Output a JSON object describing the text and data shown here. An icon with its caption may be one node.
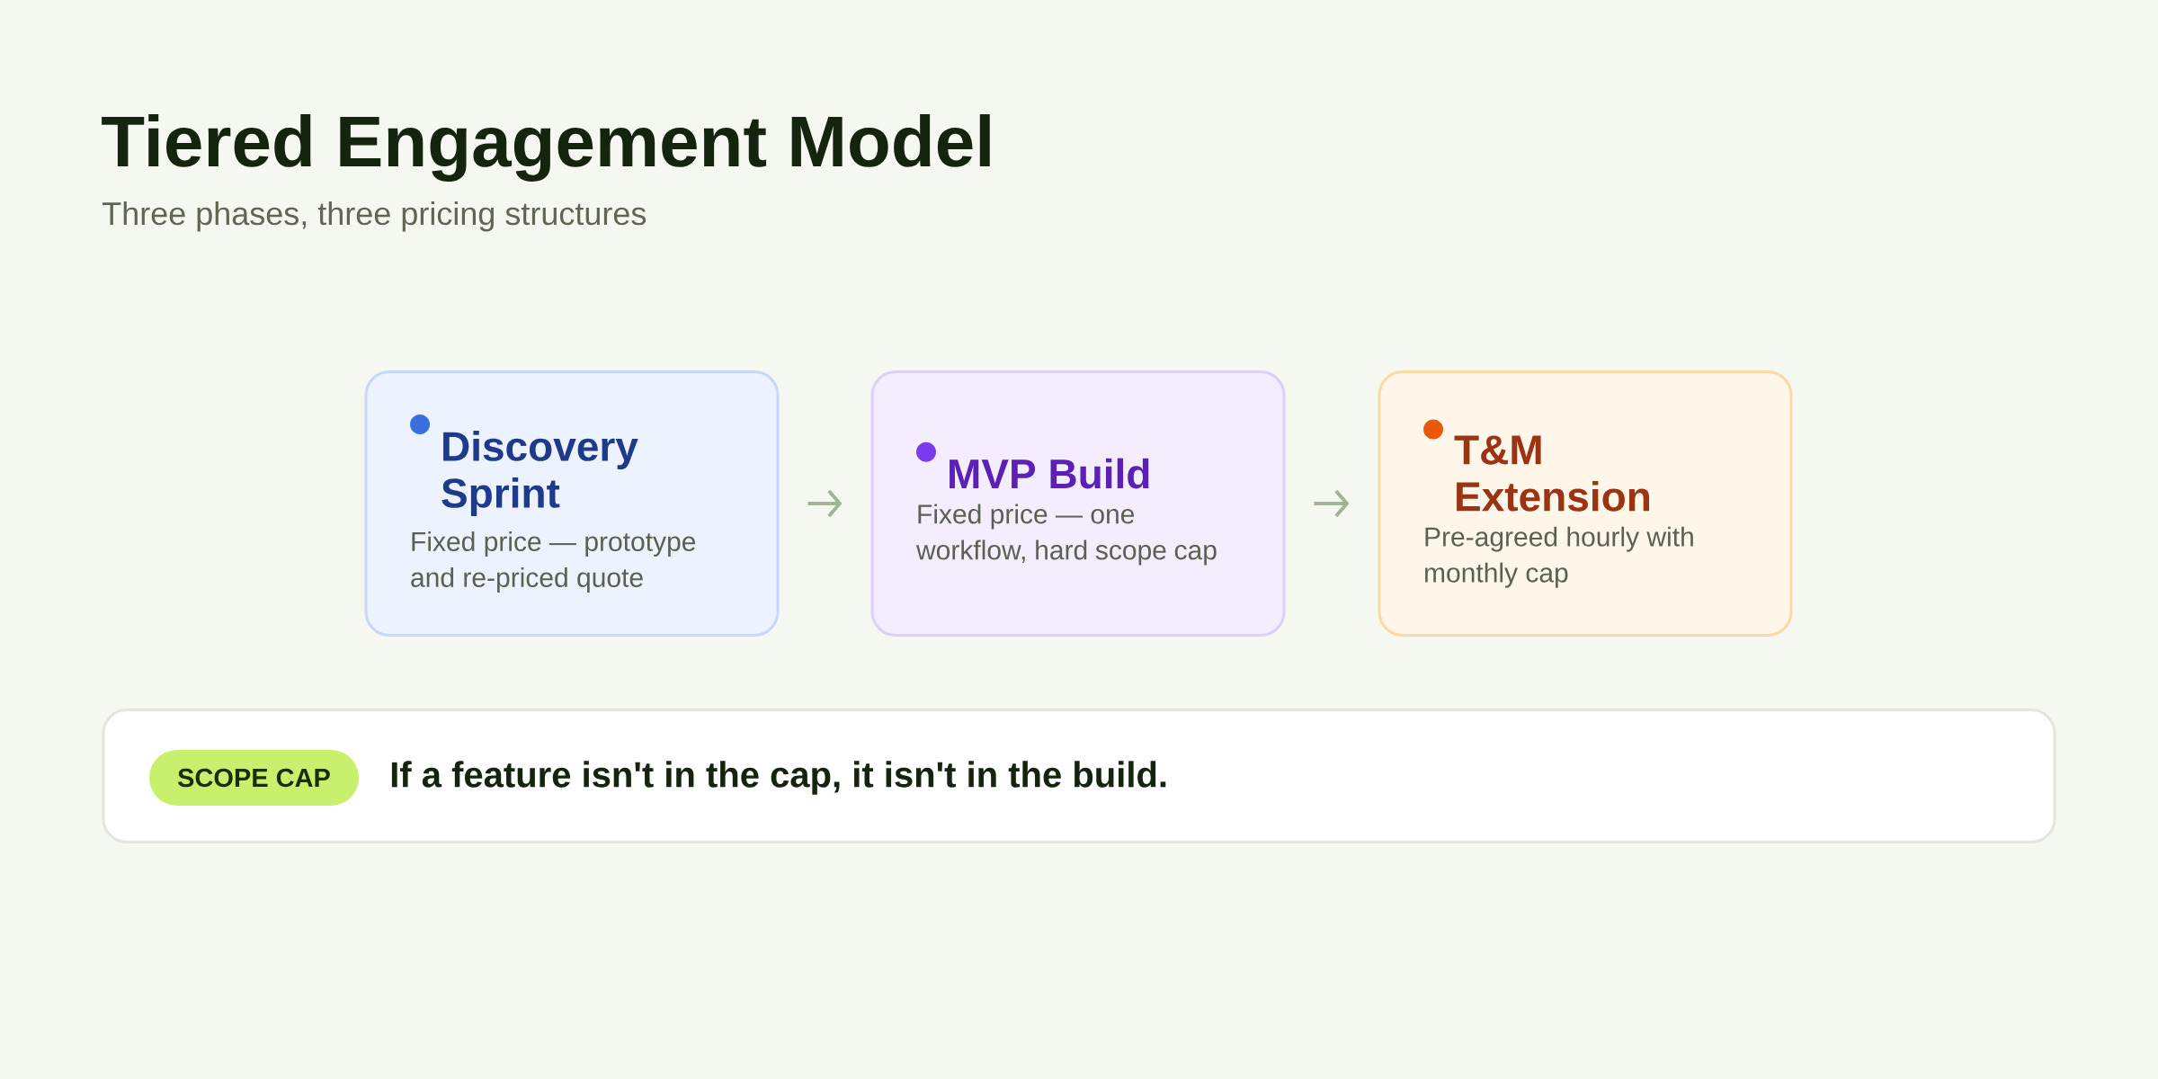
{
  "diagram": {
    "title": "Tiered Engagement Model",
    "nodes": [
      {
        "text": [
          "Discovery Sprint",
          "Fixed price — prototype and re-priced quote"
        ]
      },
      {
        "text": [
          "MVP Build",
          "Fixed price — one workflow, hard scope cap"
        ]
      },
      {
        "text": [
          "T&M Extension",
          "Pre-agreed hourly with monthly cap"
        ]
      },
      {
        "text": [
          "If a feature isn't in the cap, it isn't in the build."
        ]
      },
      {
        "text": [
          "SCOPE CAP"
        ],
        "in": 3
      }
    ],
    "edges": [
      {
        "from": 0,
        "to": 1,
        "arrow": "to"
      },
      {
        "from": 1,
        "to": 2,
        "arrow": "to"
      }
    ],
    "labels": [
      "Three phases, three pricing structures"
    ]
  }
}
